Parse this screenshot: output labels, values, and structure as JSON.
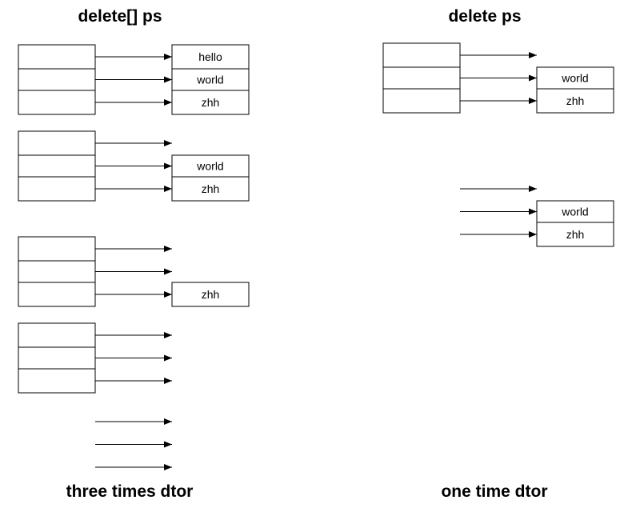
{
  "left": {
    "title": "delete[] ps",
    "footer": "three times dtor",
    "stages": [
      {
        "strings": [
          "hello",
          "world",
          "zhh"
        ]
      },
      {
        "strings": [
          "",
          "world",
          "zhh"
        ]
      },
      {
        "strings": [
          "",
          "",
          "zhh"
        ]
      },
      {
        "strings": [
          "",
          "",
          ""
        ]
      },
      {
        "strings": [
          "",
          "",
          ""
        ]
      }
    ]
  },
  "right": {
    "title": "delete ps",
    "footer": "one time dtor",
    "stages": [
      {
        "strings": [
          "",
          "world",
          "zhh"
        ]
      },
      {
        "strings": [
          "",
          "world",
          "zhh"
        ]
      }
    ]
  }
}
